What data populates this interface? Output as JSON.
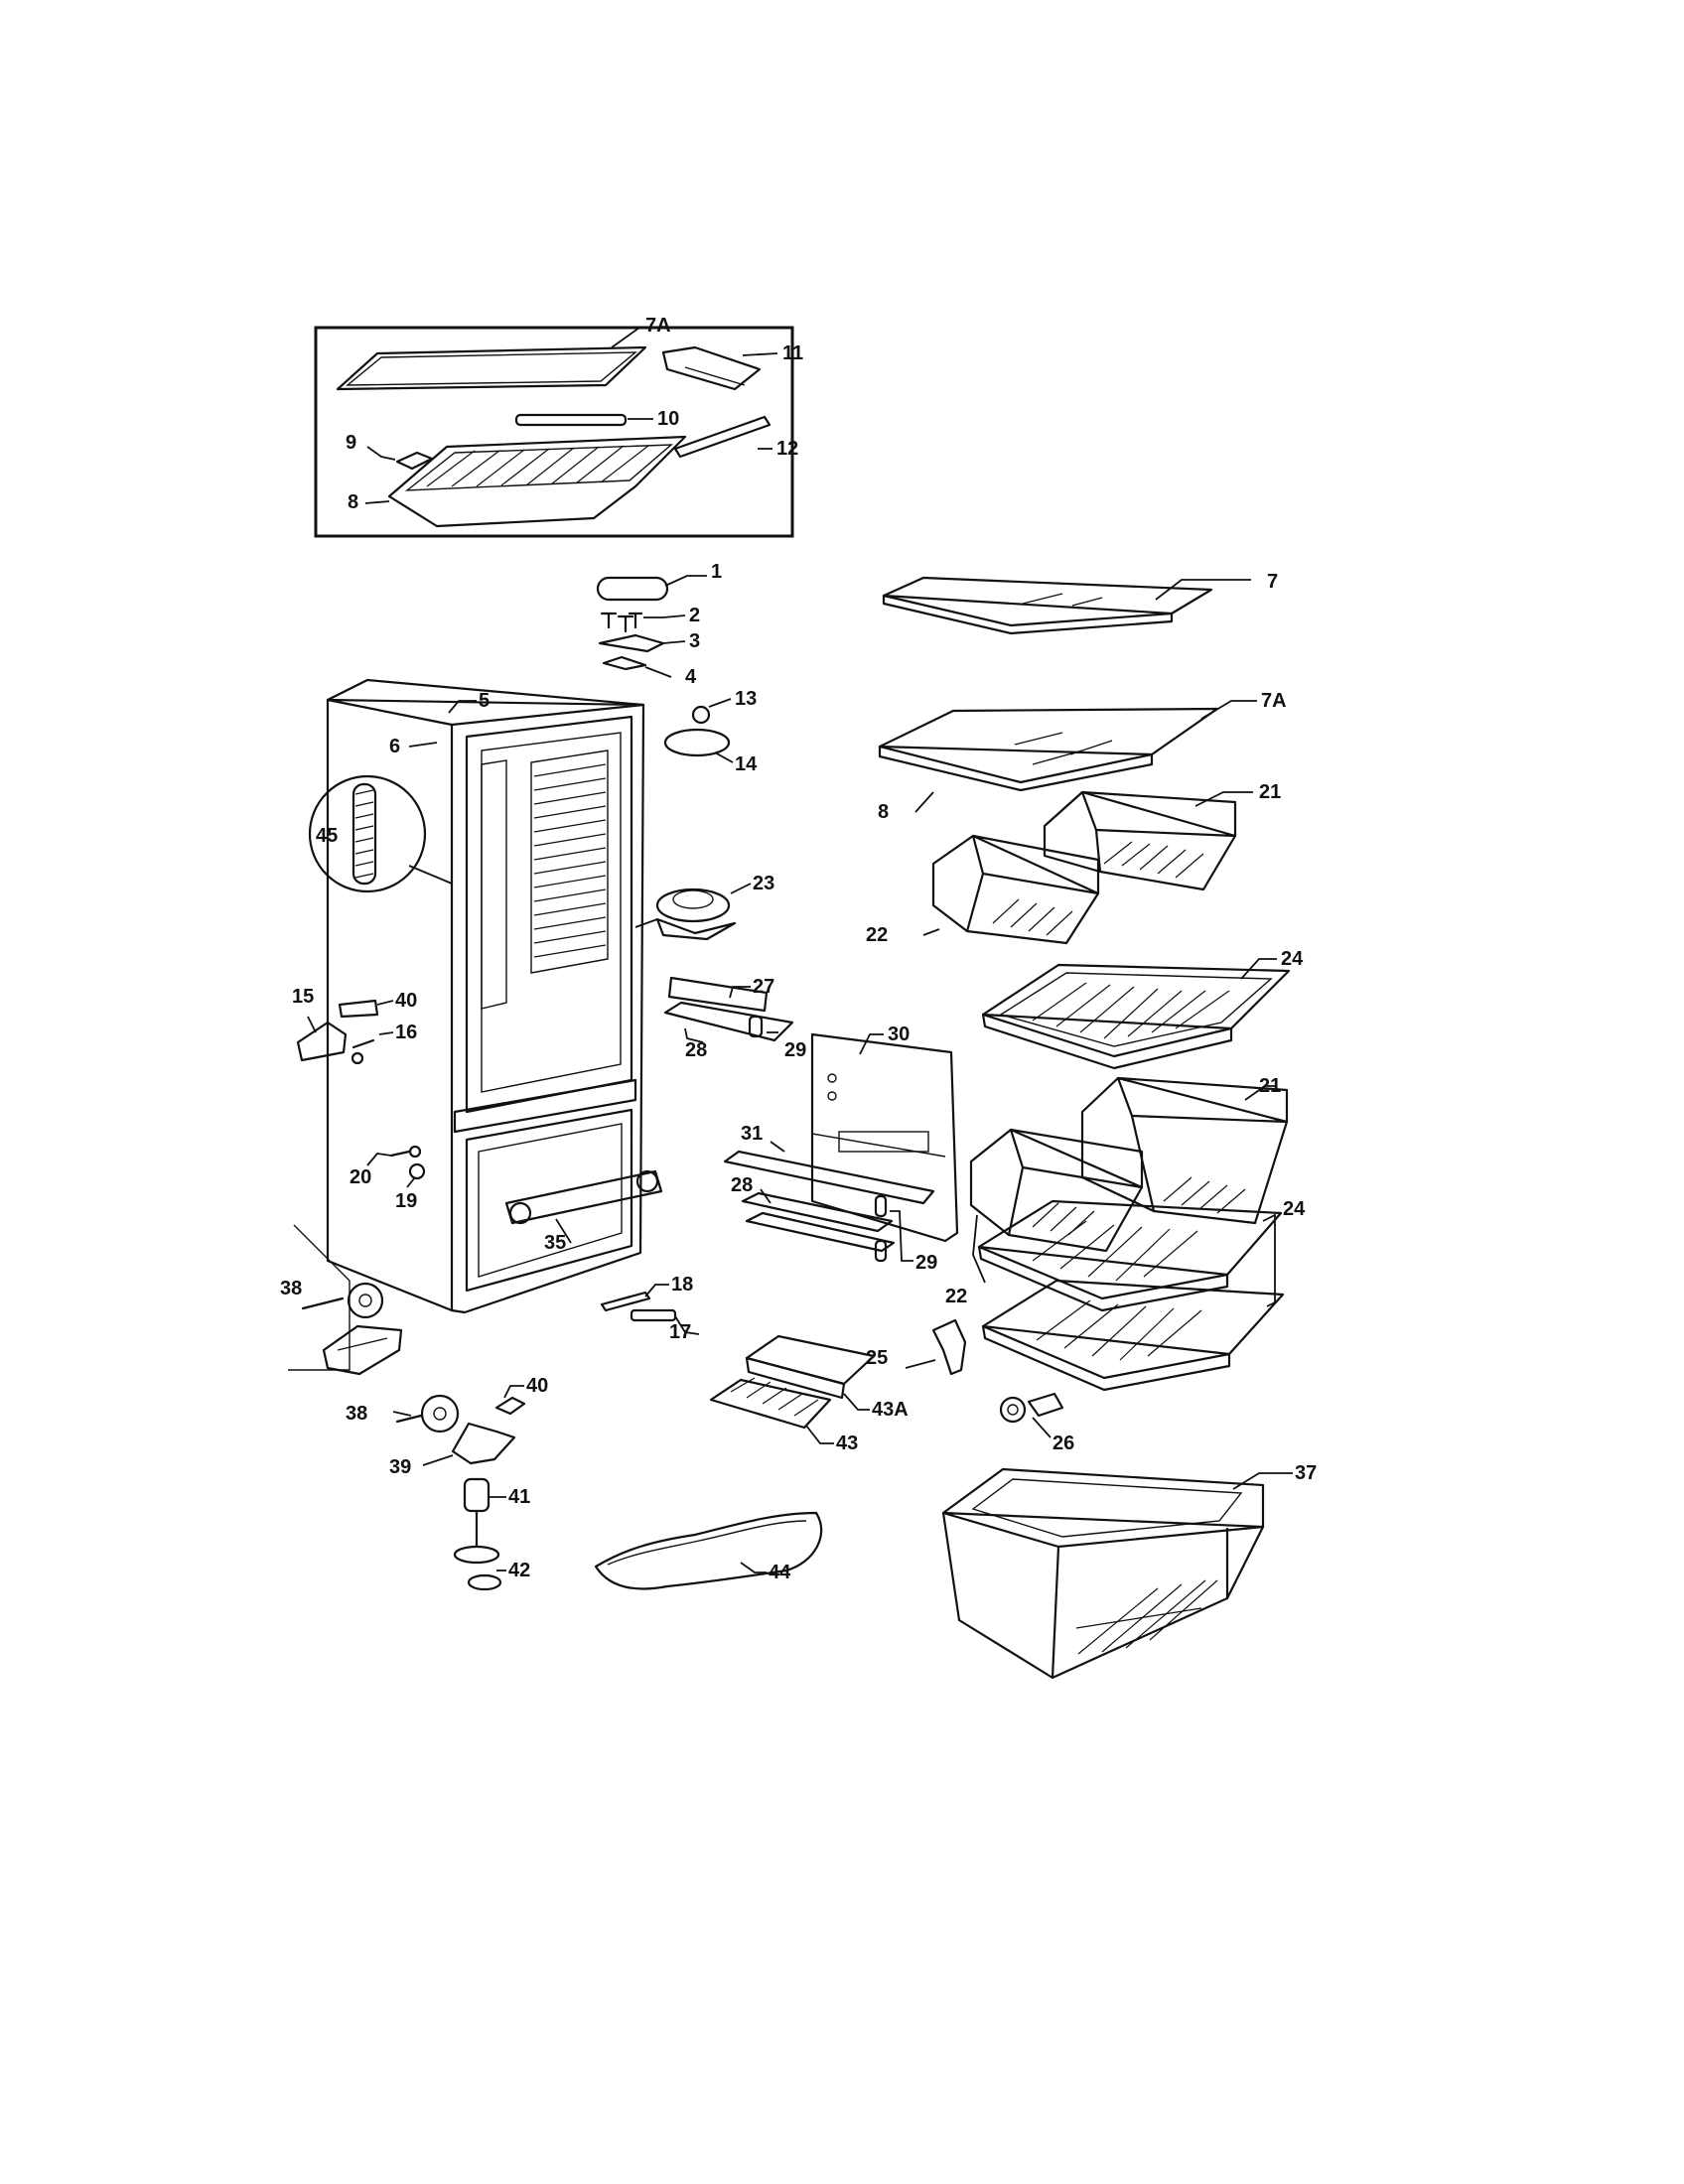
{
  "callouts": {
    "c1": "1",
    "c2": "2",
    "c3": "3",
    "c4": "4",
    "c5": "5",
    "c6": "6",
    "c7": "7",
    "c7a_inset": "7A",
    "c7a": "7A",
    "c8_inset": "8",
    "c8": "8",
    "c9": "9",
    "c10": "10",
    "c11": "11",
    "c12": "12",
    "c13": "13",
    "c14": "14",
    "c15": "15",
    "c16": "16",
    "c17": "17",
    "c18": "18",
    "c19": "19",
    "c20": "20",
    "c21_upper": "21",
    "c21_lower": "21",
    "c22_upper": "22",
    "c22_lower": "22",
    "c23": "23",
    "c24_upper": "24",
    "c24_lower": "24",
    "c25": "25",
    "c26": "26",
    "c27": "27",
    "c28_upper": "28",
    "c28_lower": "28",
    "c29_upper": "29",
    "c29_lower": "29",
    "c30": "30",
    "c31": "31",
    "c35": "35",
    "c37": "37",
    "c38_upper": "38",
    "c38_lower": "38",
    "c39": "39",
    "c40_upper": "40",
    "c40_lower": "40",
    "c41": "41",
    "c42": "42",
    "c43": "43",
    "c43a": "43A",
    "c44": "44",
    "c45": "45"
  }
}
